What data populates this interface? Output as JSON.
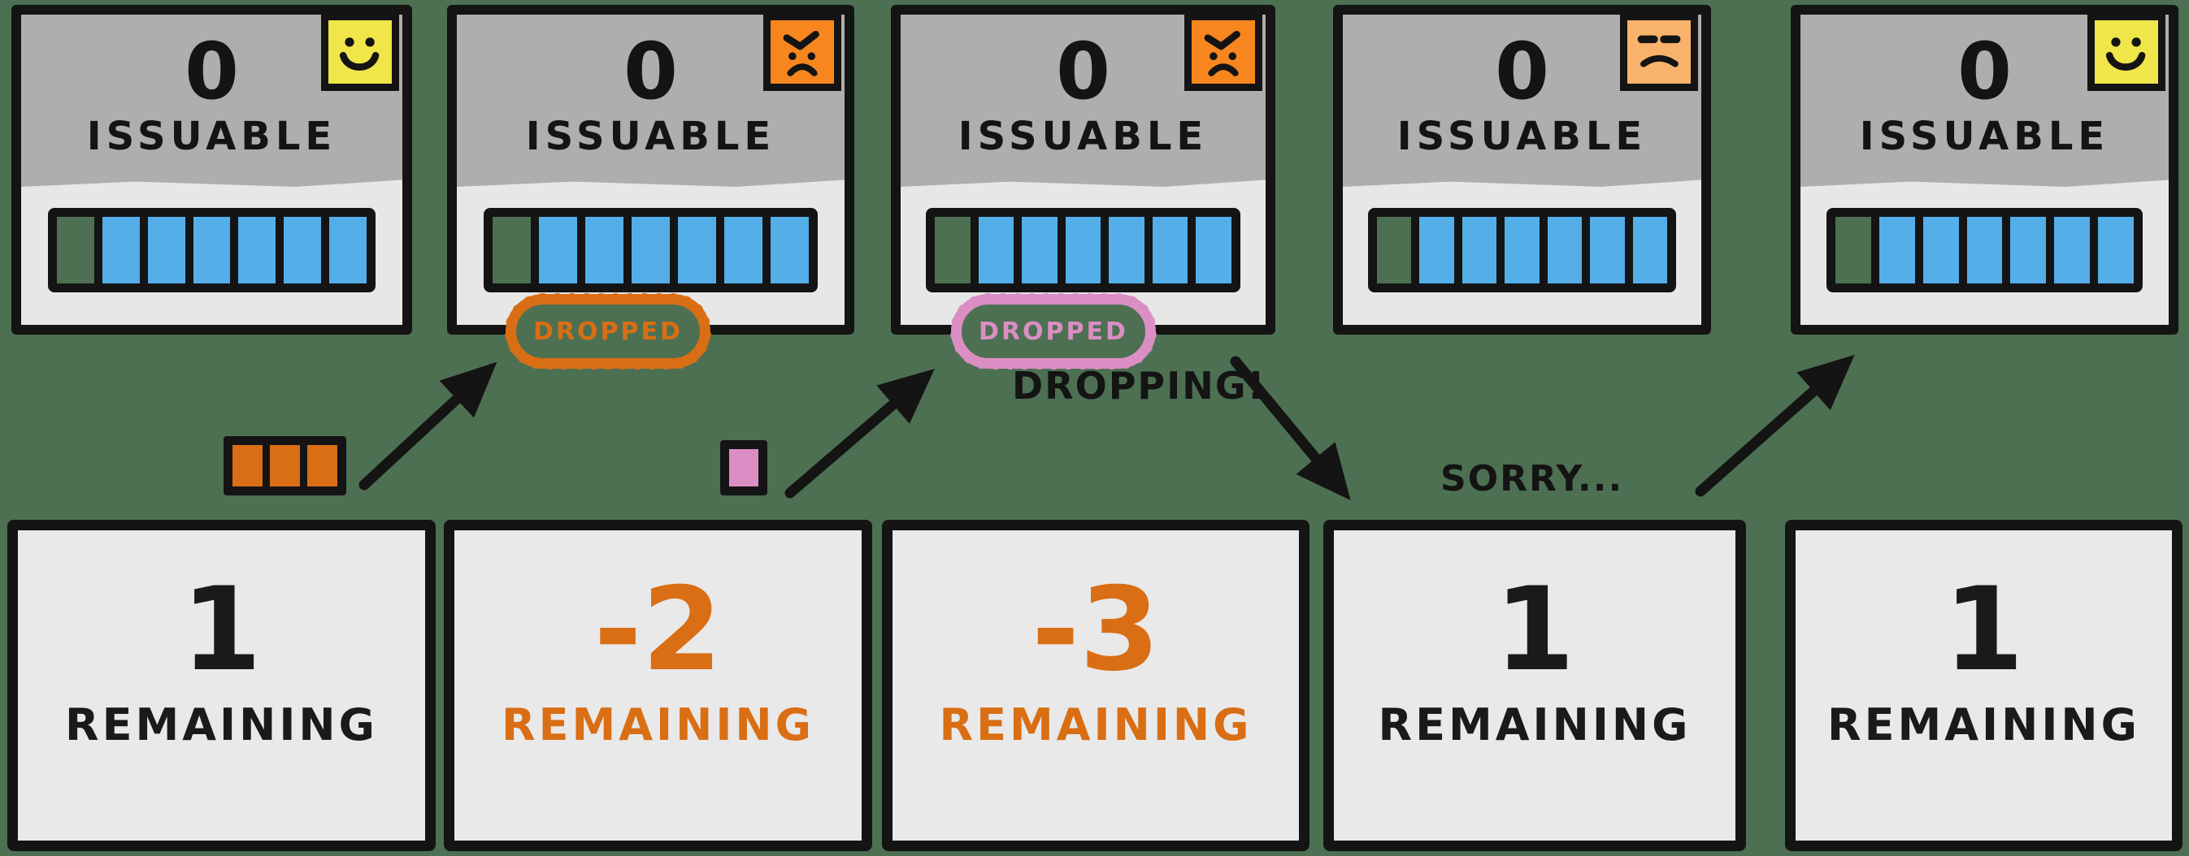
{
  "background_color": "#4D7052",
  "palette": {
    "card_header_gray": "#AEAEAE",
    "card_body_gray": "#E7E7E7",
    "bottom_card_gray": "#E9E9E9",
    "outline_black": "#141414",
    "bar_blue": "#54AEE8",
    "burnt_orange": "#D96E14",
    "bright_orange": "#F8861E",
    "peach": "#F9B26C",
    "yellow": "#F0E549",
    "pink": "#DB8EC3"
  },
  "panels": [
    {
      "issuable_value": "0",
      "issuable_label": "ISSUABLE",
      "mood": "happy",
      "mood_color": "#F0E549",
      "bar": {
        "cells": 7,
        "filled_blue": 6,
        "empty": 1
      },
      "badge": null,
      "remaining_value": "1",
      "remaining_label": "REMAINING",
      "remaining_color": "#1A1A1A"
    },
    {
      "issuable_value": "0",
      "issuable_label": "ISSUABLE",
      "mood": "angry",
      "mood_color": "#F8861E",
      "bar": {
        "cells": 7,
        "filled_blue": 6,
        "empty": 1
      },
      "badge": {
        "text": "DROPPED",
        "color": "#D96E14"
      },
      "remaining_value": "-2",
      "remaining_label": "REMAINING",
      "remaining_color": "#D96E14"
    },
    {
      "issuable_value": "0",
      "issuable_label": "ISSUABLE",
      "mood": "angry",
      "mood_color": "#F8861E",
      "bar": {
        "cells": 7,
        "filled_blue": 6,
        "empty": 1
      },
      "badge": {
        "text": "DROPPED",
        "color": "#DB8EC3"
      },
      "remaining_value": "-3",
      "remaining_label": "REMAINING",
      "remaining_color": "#D96E14"
    },
    {
      "issuable_value": "0",
      "issuable_label": "ISSUABLE",
      "mood": "unhappy",
      "mood_color": "#F9B26C",
      "bar": {
        "cells": 7,
        "filled_blue": 6,
        "empty": 1
      },
      "badge": null,
      "remaining_value": "1",
      "remaining_label": "REMAINING",
      "remaining_color": "#1A1A1A"
    },
    {
      "issuable_value": "0",
      "issuable_label": "ISSUABLE",
      "mood": "happy",
      "mood_color": "#F0E549",
      "bar": {
        "cells": 7,
        "filled_blue": 6,
        "empty": 1
      },
      "badge": null,
      "remaining_value": "1",
      "remaining_label": "REMAINING",
      "remaining_color": "#1A1A1A"
    }
  ],
  "annotations": {
    "dropping_label": "DROPPING!",
    "sorry_label": "SORRY...",
    "orange_token_strip": {
      "count": 3,
      "color": "#D96E14"
    },
    "pink_token": {
      "count": 1,
      "color": "#DB8EC3"
    }
  }
}
